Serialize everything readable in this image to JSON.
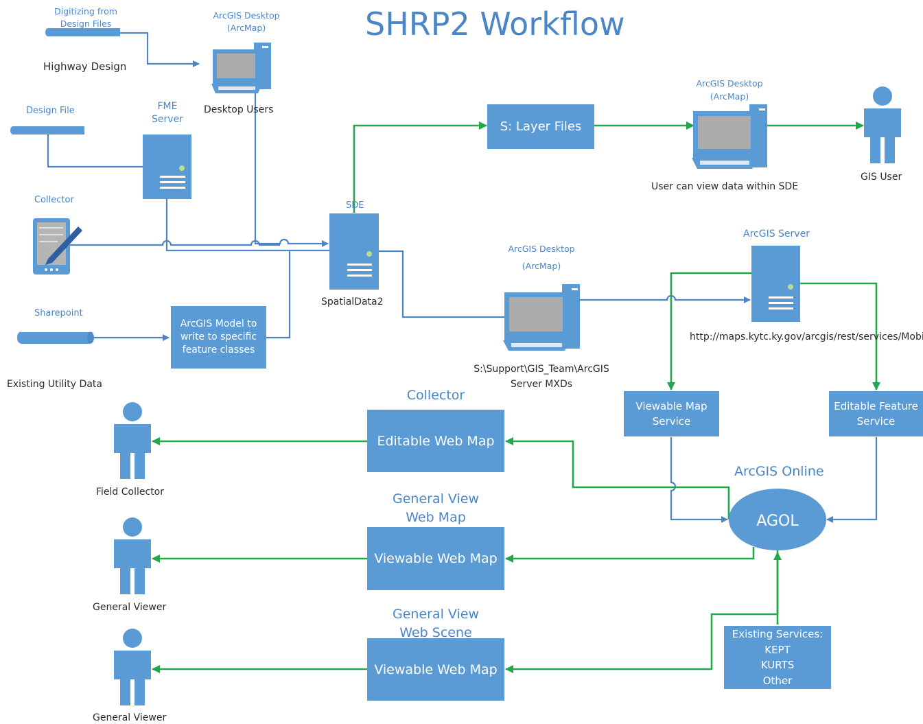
{
  "title": "SHRP2 Workflow",
  "colors": {
    "blue": "#5b9bd5",
    "line_blue": "#4f84c4",
    "green": "#22a84a",
    "text_blue": "#4a86c7"
  },
  "sources": {
    "digitizing": "Digitizing from Design Files",
    "highway_design": "Highway Design",
    "design_file": "Design File",
    "collector": "Collector",
    "sharepoint": "Sharepoint",
    "existing_utility": "Existing Utility Data"
  },
  "desktop_users": {
    "caption_top": "ArcGIS Desktop (ArcMap)",
    "label": "Desktop Users"
  },
  "fme": {
    "label": "FME Server"
  },
  "model": {
    "label": "ArcGIS Model to write to specific feature classes"
  },
  "sde": {
    "label_top": "SDE",
    "label": "SpatialData2"
  },
  "layer_files": {
    "label": "S: Layer Files"
  },
  "sde_viewer": {
    "caption_top": "ArcGIS Desktop (ArcMap)",
    "label": "User can view data within SDE"
  },
  "gis_user": {
    "label": "GIS User"
  },
  "mxd_desktop": {
    "caption_top": "ArcGIS Desktop (ArcMap)",
    "label": "S:\\Support\\GIS_Team\\ArcGIS Server MXDs"
  },
  "arcgis_server": {
    "label_top": "ArcGIS Server",
    "url": "http://maps.kytc.ky.gov/arcgis/rest/services/Mobile"
  },
  "viewable_service": {
    "label": "Viewable Map Service"
  },
  "editable_service": {
    "label": "Editable Feature Service"
  },
  "agol": {
    "caption": "ArcGIS Online",
    "label": "AGOL"
  },
  "existing_services": {
    "lines": [
      "Existing Services:",
      "KEPT",
      "KURTS",
      "Other"
    ]
  },
  "webmaps": [
    {
      "header": "Collector",
      "label": "Editable Web Map",
      "person": "Field Collector"
    },
    {
      "header": "General View Web Map",
      "label": "Viewable Web Map",
      "person": "General Viewer"
    },
    {
      "header": "General View Web Scene",
      "label": "Viewable Web Map",
      "person": "General Viewer"
    }
  ]
}
